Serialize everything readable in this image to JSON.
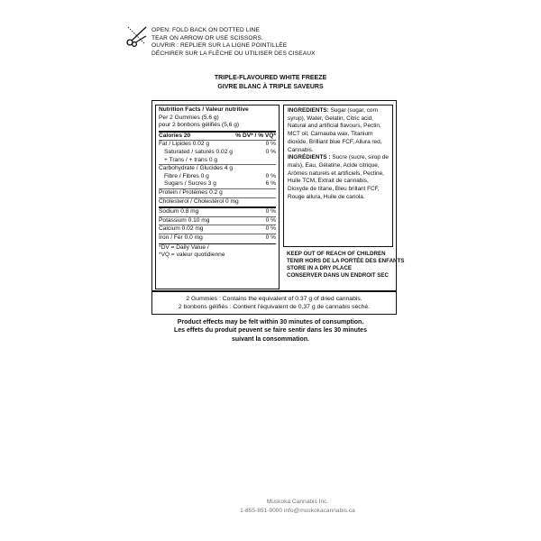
{
  "fold_instructions": [
    "OPEN: FOLD BACK ON DOTTED LINE",
    "TEAR ON ARROW OR USE SCISSORS.",
    "OUVRIR : REPLIER SUR LA LIGNE POINTILLÉE",
    "DÉCHIRER SUR LA FLÈCHE OU UTILISER DES CISEAUX"
  ],
  "icons": {
    "scissors": "scissors-icon"
  },
  "product_name": {
    "en": "TRIPLE-FLAVOURED WHITE FREEZE",
    "fr": "GIVRE BLANC À TRIPLE SAVEURS"
  },
  "nutrition": {
    "title": "Nutrition Facts / Valeur nutritive",
    "serving_en": "Per 2 Gummies (5.6 g)",
    "serving_fr": "pour 2 bonbons gélifiés (5,6 g)",
    "calories_label": "Calories",
    "calories_value": "20",
    "dv_header": "% DV* / % VQ*",
    "rows": [
      {
        "label": "Fat / Lipides 0.02 g",
        "dv": "0 %",
        "indent": false
      },
      {
        "label": "Saturated / saturés 0.02 g",
        "dv": "0 %",
        "indent": true
      },
      {
        "label": "+ Trans / + trans 0 g",
        "dv": "",
        "indent": true
      },
      {
        "label": "Carbohydrate / Glucides 4 g",
        "dv": "",
        "indent": false
      },
      {
        "label": "Fibre / Fibres 0 g",
        "dv": "0 %",
        "indent": true
      },
      {
        "label": "Sugars / Sucres 3 g",
        "dv": "6 %",
        "indent": true
      },
      {
        "label": "Protein / Protéines 0.2 g",
        "dv": "",
        "indent": false
      },
      {
        "label": "Cholesterol / Cholestérol 0 mg",
        "dv": "",
        "indent": false
      },
      {
        "label": "Sodium 0.8 mg",
        "dv": "0 %",
        "indent": false
      },
      {
        "label": "Potassium 0.10 mg",
        "dv": "0 %",
        "indent": false
      },
      {
        "label": "Calcium 0.02 mg",
        "dv": "0 %",
        "indent": false
      },
      {
        "label": "Iron / Fer 0.0 mg",
        "dv": "0 %",
        "indent": false
      }
    ],
    "footnote_en": "*DV = Daily Value /",
    "footnote_fr": "*VQ = valeur quotidienne"
  },
  "ingredients": {
    "en_heading": "INGREDIENTS:",
    "en_text": "Sugar (sugar, corn syrup), Water, Gelatin, Citric acid, Natural and artificial flavours, Pectin, MCT oil, Carnauba wax, Titanium dioxide, Brilliant blue FCF, Allura red, Cannabis.",
    "fr_heading": "INGRÉDIENTS :",
    "fr_text": "Sucre (sucre, sirop de maïs), Eau, Gélatine, Acide citrique, Arômes naturels et artificiels, Pectine, Huile TCM, Extrait de cannabis, Dioxyde de titane, Bleu brillant FCF, Rouge allura, Huile de canola."
  },
  "warnings": [
    "KEEP OUT OF REACH OF CHILDREN",
    "TENIR HORS DE LA PORTÉE DES ENFANTS",
    "STORE IN A DRY PLACE",
    "CONSERVER DANS UN ENDROIT SEC"
  ],
  "equivalency": {
    "en": "2 Gummies : Contains the equivalent of 0.37 g of dried cannabis.",
    "fr": "2 bonbons gélifiés : Contient l'équivalent de 0,37 g de cannabis séché."
  },
  "effects": {
    "en": "Product effects may be felt within 30 minutes of consumption.",
    "fr_line1": "Les effets du produit peuvent se faire sentir dans les 30 minutes",
    "fr_line2": "suivant la consommation."
  },
  "company": {
    "name": "Muskoka Cannabis Inc.",
    "contact": "1-855-851-9000  info@muskokacannabis.ca"
  }
}
